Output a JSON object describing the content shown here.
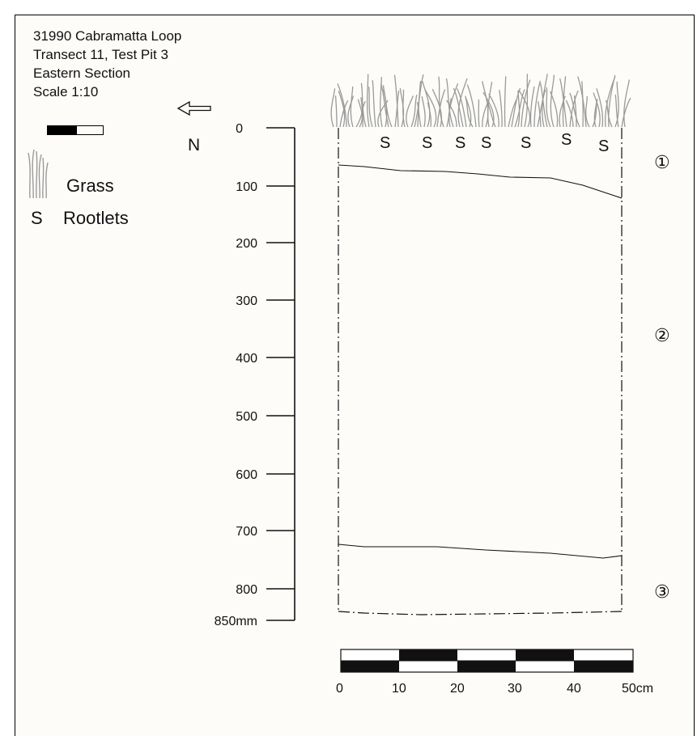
{
  "header": {
    "address": "31990 Cabramatta Loop",
    "transect": "Transect 11, Test Pit 3",
    "section": "Eastern Section",
    "scale": "Scale 1:10"
  },
  "north": {
    "label": "N"
  },
  "legend": {
    "grass_icon": "grass-icon",
    "grass_label": "Grass",
    "rootlet_symbol": "S",
    "rootlets_label": "Rootlets"
  },
  "depth_scale": {
    "labels": [
      "0",
      "100",
      "200",
      "300",
      "400",
      "500",
      "600",
      "700",
      "800",
      "850mm"
    ]
  },
  "horizontal_scale": {
    "labels": [
      "0",
      "10",
      "20",
      "30",
      "40",
      "50cm"
    ]
  },
  "rootlet_marks": [
    "S",
    "S",
    "S",
    "S",
    "S",
    "S",
    "S"
  ],
  "zones": [
    "①",
    "②",
    "③"
  ],
  "colors": {
    "ink": "#111111",
    "paper": "#fdfcf8",
    "grass": "#9a9a9a"
  }
}
